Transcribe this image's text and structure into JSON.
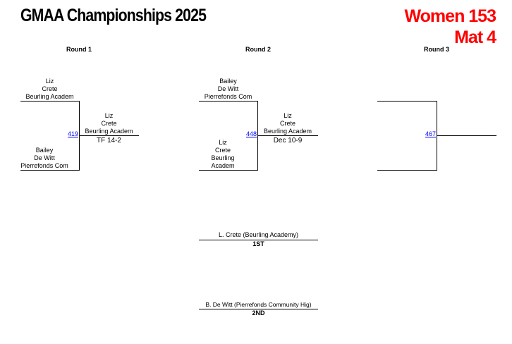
{
  "header": {
    "title": "GMAA Championships 2025",
    "weight": "Women 153",
    "mat": "Mat 4"
  },
  "rounds": [
    "Round 1",
    "Round 2",
    "Round 3"
  ],
  "r1": {
    "top": {
      "first": "Liz",
      "last": "Crete",
      "team": "Beurling Academ"
    },
    "bottom": {
      "first": "Bailey",
      "last": "De Witt",
      "team": "Pierrefonds Com"
    },
    "bout": "419",
    "winner": {
      "first": "Liz",
      "last": "Crete",
      "team": "Beurling Academ"
    },
    "result": "TF 14-2"
  },
  "r2": {
    "top": {
      "first": "Bailey",
      "last": "De Witt",
      "team": "Pierrefonds Com"
    },
    "bottom": {
      "first": "Liz",
      "last": "Crete",
      "team1": "Beurling",
      "team2": "Academ"
    },
    "bout": "448",
    "winner": {
      "first": "Liz",
      "last": "Crete",
      "team": "Beurling Academ"
    },
    "result": "Dec 10-9"
  },
  "r3": {
    "bout": "467"
  },
  "placings": [
    {
      "name": "L. Crete (Beurling Academy)",
      "place": "1ST"
    },
    {
      "name": "B. De Witt (Pierrefonds Community Hig)",
      "place": "2ND"
    }
  ]
}
